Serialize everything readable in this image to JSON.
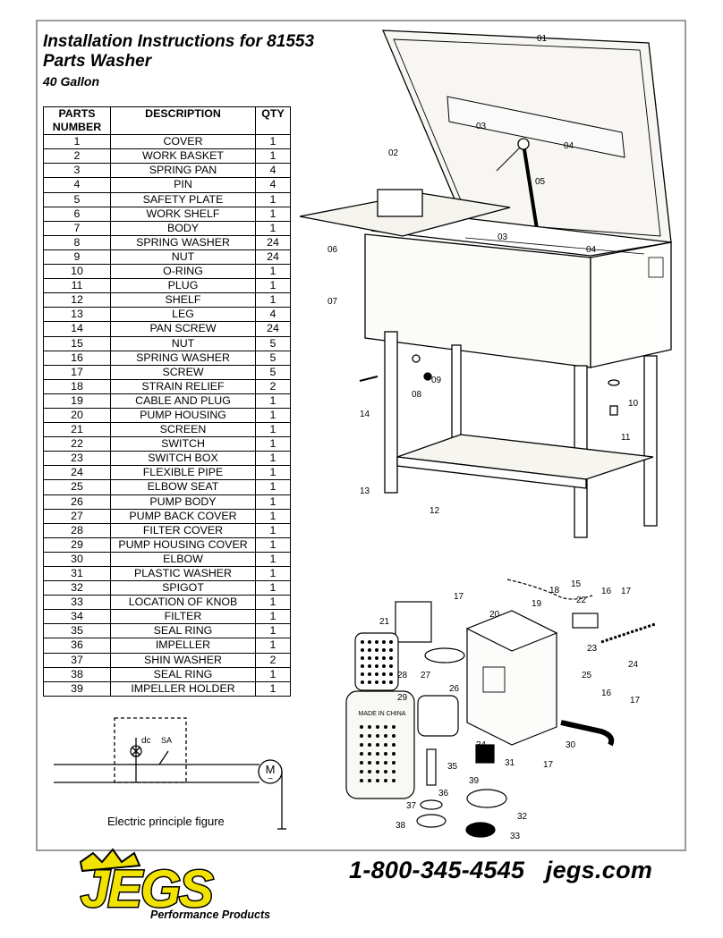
{
  "header": {
    "title_line1": "Installation Instructions for 81553",
    "title_line2": "Parts Washer",
    "subtitle": "40 Gallon"
  },
  "parts_table": {
    "headers": [
      "PARTS NUMBER",
      "DESCRIPTION",
      "QTY"
    ],
    "rows": [
      [
        "1",
        "COVER",
        "1"
      ],
      [
        "2",
        "WORK BASKET",
        "1"
      ],
      [
        "3",
        "SPRING PAN",
        "4"
      ],
      [
        "4",
        "PIN",
        "4"
      ],
      [
        "5",
        "SAFETY PLATE",
        "1"
      ],
      [
        "6",
        "WORK SHELF",
        "1"
      ],
      [
        "7",
        "BODY",
        "1"
      ],
      [
        "8",
        "SPRING WASHER",
        "24"
      ],
      [
        "9",
        "NUT",
        "24"
      ],
      [
        "10",
        "O-RING",
        "1"
      ],
      [
        "11",
        "PLUG",
        "1"
      ],
      [
        "12",
        "SHELF",
        "1"
      ],
      [
        "13",
        "LEG",
        "4"
      ],
      [
        "14",
        "PAN SCREW",
        "24"
      ],
      [
        "15",
        "NUT",
        "5"
      ],
      [
        "16",
        "SPRING WASHER",
        "5"
      ],
      [
        "17",
        "SCREW",
        "5"
      ],
      [
        "18",
        "STRAIN RELIEF",
        "2"
      ],
      [
        "19",
        "CABLE AND PLUG",
        "1"
      ],
      [
        "20",
        "PUMP HOUSING",
        "1"
      ],
      [
        "21",
        "SCREEN",
        "1"
      ],
      [
        "22",
        "SWITCH",
        "1"
      ],
      [
        "23",
        "SWITCH BOX",
        "1"
      ],
      [
        "24",
        "FLEXIBLE PIPE",
        "1"
      ],
      [
        "25",
        "ELBOW SEAT",
        "1"
      ],
      [
        "26",
        "PUMP BODY",
        "1"
      ],
      [
        "27",
        "PUMP BACK COVER",
        "1"
      ],
      [
        "28",
        "FILTER COVER",
        "1"
      ],
      [
        "29",
        "PUMP HOUSING COVER",
        "1"
      ],
      [
        "30",
        "ELBOW",
        "1"
      ],
      [
        "31",
        "PLASTIC WASHER",
        "1"
      ],
      [
        "32",
        "SPIGOT",
        "1"
      ],
      [
        "33",
        "LOCATION OF KNOB",
        "1"
      ],
      [
        "34",
        "FILTER",
        "1"
      ],
      [
        "35",
        "SEAL RING",
        "1"
      ],
      [
        "36",
        "IMPELLER",
        "1"
      ],
      [
        "37",
        "SHIN WASHER",
        "2"
      ],
      [
        "38",
        "SEAL RING",
        "1"
      ],
      [
        "39",
        "IMPELLER HOLDER",
        "1"
      ]
    ]
  },
  "washer_callouts": [
    "01",
    "02",
    "03",
    "04",
    "05",
    "06",
    "07",
    "03",
    "04",
    "08",
    "09",
    "10",
    "11",
    "12",
    "13",
    "14"
  ],
  "pump_callouts": [
    "21",
    "27",
    "20",
    "26",
    "22",
    "23",
    "24",
    "25",
    "28",
    "29",
    "30",
    "15",
    "16",
    "17",
    "17",
    "19",
    "18",
    "16",
    "17",
    "17",
    "31",
    "32",
    "33",
    "34",
    "35",
    "36",
    "37",
    "38",
    "39"
  ],
  "circuit": {
    "dc_label": "dc",
    "sa_label": "SA",
    "motor_label": "M",
    "motor_sub": "~",
    "caption": "Electric principle figure"
  },
  "filter_stamp": "MADE IN CHINA",
  "footer": {
    "phone": "1-800-345-4545",
    "website": "jegs.com",
    "brand": "JEGS",
    "tagline": "Performance Products",
    "brand_colors": {
      "yellow": "#f2e200",
      "black": "#000000"
    }
  }
}
